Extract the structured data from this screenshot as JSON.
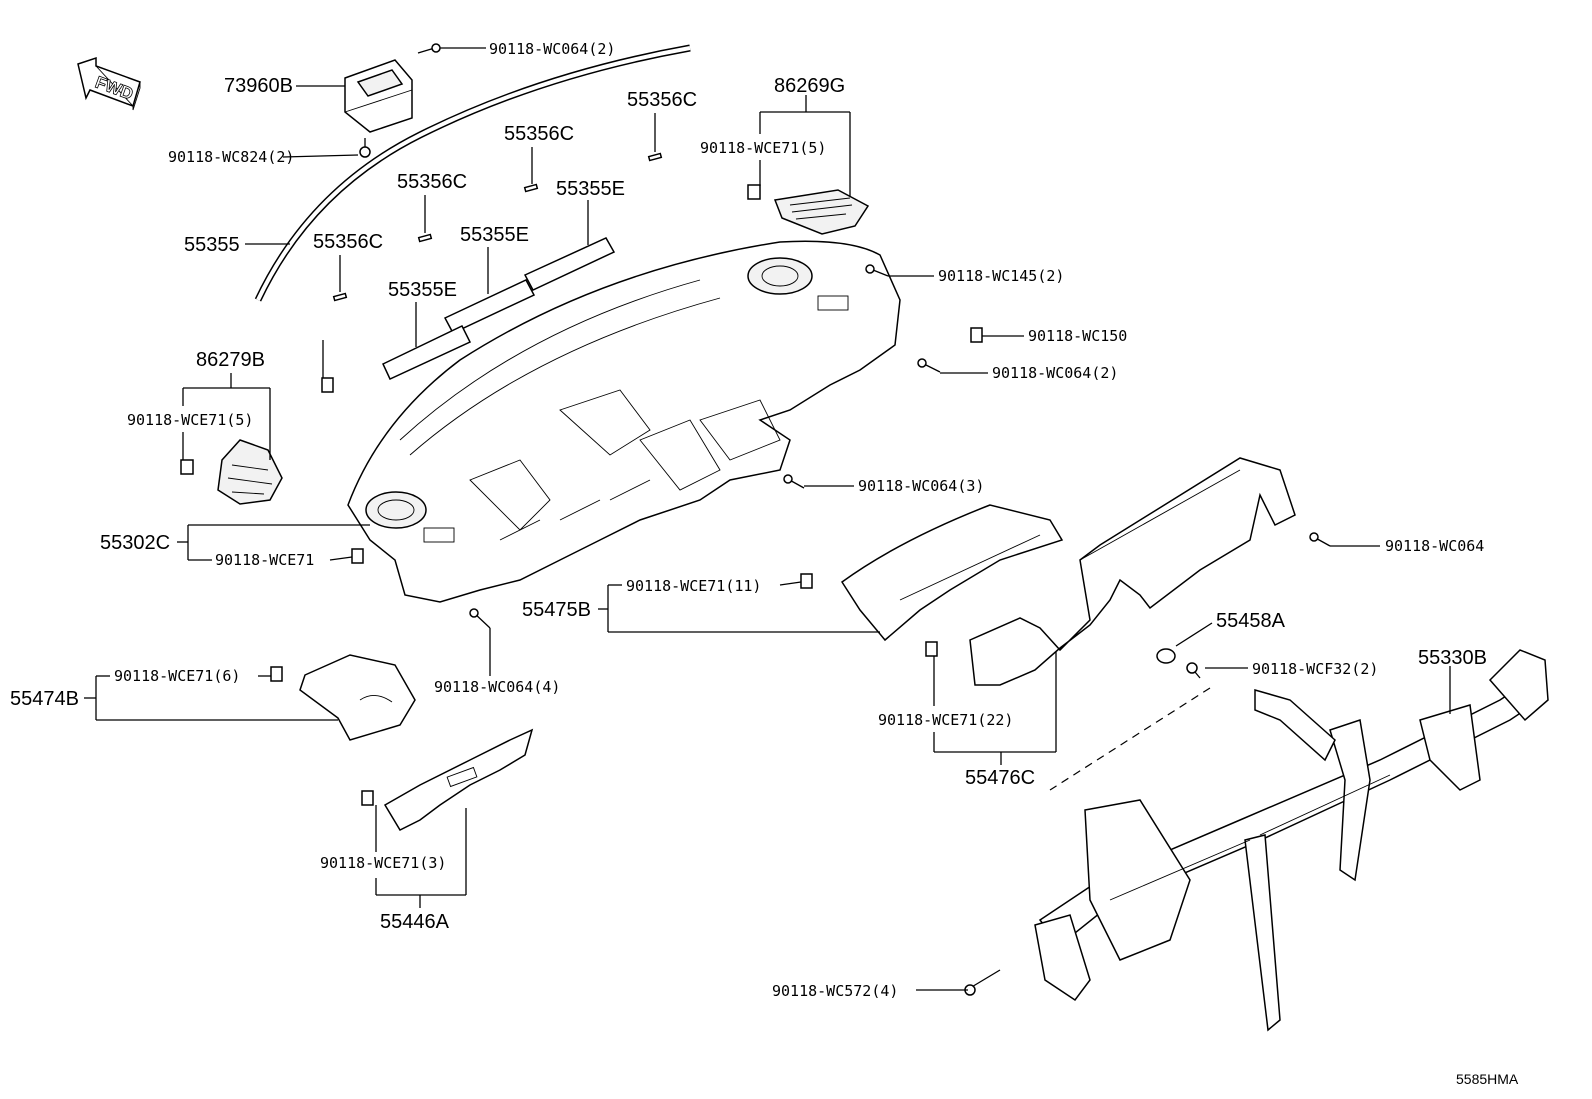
{
  "figure_code": "5585HMA",
  "fwd_badge": "FWD",
  "labels": {
    "p73960B": "73960B",
    "s_wc064_2_top": "90118-WC064(2)",
    "s_wc824_2": "90118-WC824(2)",
    "p55356C_a": "55356C",
    "p55356C_b": "55356C",
    "p55356C_c": "55356C",
    "p55356C_d": "55356C",
    "p55355E_a": "55355E",
    "p55355E_b": "55355E",
    "p55355E_c": "55355E",
    "p55355": "55355",
    "p86269G": "86269G",
    "s_wce71_5_right": "90118-WCE71(5)",
    "s_wc145_2": "90118-WC145(2)",
    "s_wc150": "90118-WC150",
    "s_wc064_2_mid": "90118-WC064(2)",
    "p86279B": "86279B",
    "s_wce71_5_left": "90118-WCE71(5)",
    "s_wc064_3": "90118-WC064(3)",
    "p55302C": "55302C",
    "s_wce71_single": "90118-WCE71",
    "s_wc064_single": "90118-WC064",
    "s_wce71_11": "90118-WCE71(11)",
    "p55475B": "55475B",
    "p55458A": "55458A",
    "s_wcf32_2": "90118-WCF32(2)",
    "p55330B": "55330B",
    "s_wce71_6": "90118-WCE71(6)",
    "p55474B": "55474B",
    "s_wc064_4": "90118-WC064(4)",
    "s_wce71_22": "90118-WCE71(22)",
    "p55476C": "55476C",
    "s_wce71_3": "90118-WCE71(3)",
    "p55446A": "55446A",
    "s_wc572_4": "90118-WC572(4)"
  }
}
